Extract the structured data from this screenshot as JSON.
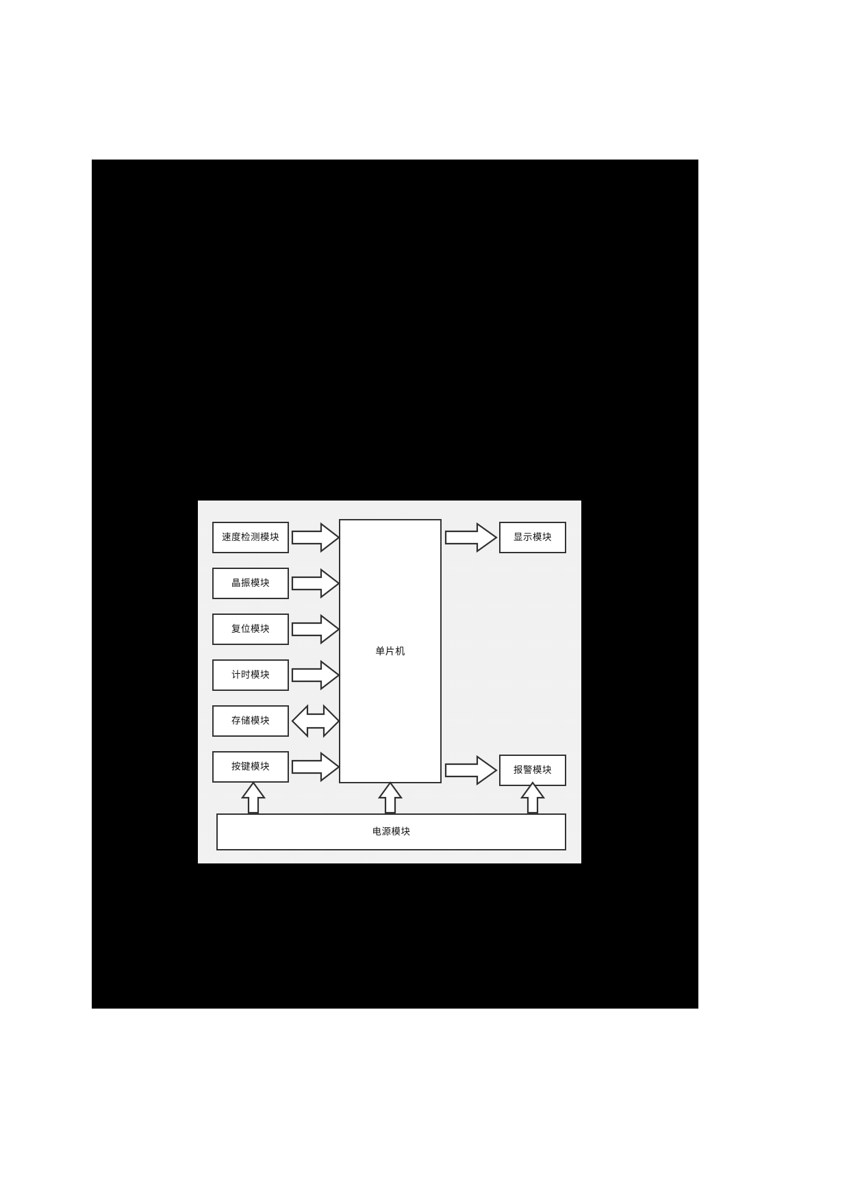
{
  "document": {
    "page_background": "#ffffff",
    "scan_background": "#000000",
    "figure_background": "#f2f2f2",
    "stroke_color": "#333333"
  },
  "diagram": {
    "type": "block-diagram",
    "title": "",
    "center": {
      "label": "单片机",
      "name": "mcu-block"
    },
    "inputs": [
      {
        "label": "速度检测模块",
        "arrow": "right",
        "name": "speed-detection-module"
      },
      {
        "label": "晶振模块",
        "arrow": "right",
        "name": "crystal-oscillator-module"
      },
      {
        "label": "复位模块",
        "arrow": "right",
        "name": "reset-module"
      },
      {
        "label": "计时模块",
        "arrow": "right",
        "name": "timing-module"
      },
      {
        "label": "存储模块",
        "arrow": "bidirectional",
        "name": "storage-module"
      },
      {
        "label": "按键模块",
        "arrow": "right",
        "name": "key-module"
      }
    ],
    "outputs": [
      {
        "label": "显示模块",
        "arrow": "right",
        "name": "display-module"
      },
      {
        "label": "报警模块",
        "arrow": "right",
        "name": "alarm-module"
      }
    ],
    "power": {
      "label": "电源模块",
      "name": "power-module",
      "arrows_up": 3
    }
  }
}
